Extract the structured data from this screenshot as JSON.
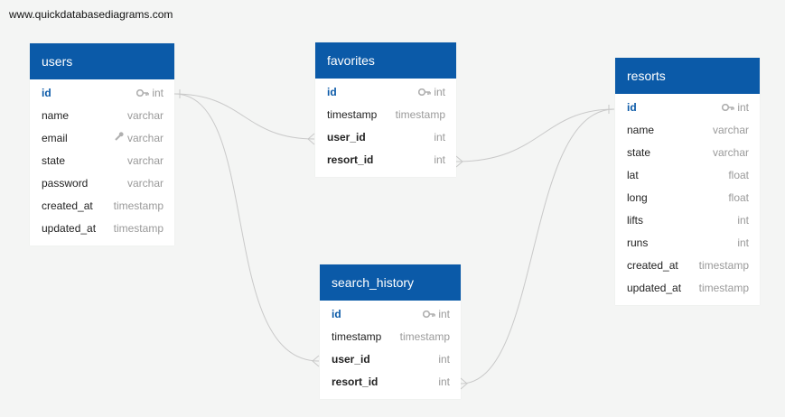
{
  "site": {
    "url": "www.quickdatabasediagrams.com"
  },
  "colors": {
    "header": "#0b5aa8",
    "line": "#c9c9c9"
  },
  "entities": {
    "users": {
      "title": "users",
      "fields": [
        {
          "name": "id",
          "type": "int",
          "key": "primary",
          "icon": "key-icon"
        },
        {
          "name": "name",
          "type": "varchar"
        },
        {
          "name": "email",
          "type": "varchar",
          "icon": "search-key-icon"
        },
        {
          "name": "state",
          "type": "varchar"
        },
        {
          "name": "password",
          "type": "varchar"
        },
        {
          "name": "created_at",
          "type": "timestamp"
        },
        {
          "name": "updated_at",
          "type": "timestamp"
        }
      ]
    },
    "favorites": {
      "title": "favorites",
      "fields": [
        {
          "name": "id",
          "type": "int",
          "key": "primary",
          "icon": "key-icon"
        },
        {
          "name": "timestamp",
          "type": "timestamp"
        },
        {
          "name": "user_id",
          "type": "int",
          "key": "foreign"
        },
        {
          "name": "resort_id",
          "type": "int",
          "key": "foreign"
        }
      ]
    },
    "search_history": {
      "title": "search_history",
      "fields": [
        {
          "name": "id",
          "type": "int",
          "key": "primary",
          "icon": "key-icon"
        },
        {
          "name": "timestamp",
          "type": "timestamp"
        },
        {
          "name": "user_id",
          "type": "int",
          "key": "foreign"
        },
        {
          "name": "resort_id",
          "type": "int",
          "key": "foreign"
        }
      ]
    },
    "resorts": {
      "title": "resorts",
      "fields": [
        {
          "name": "id",
          "type": "int",
          "key": "primary",
          "icon": "key-icon"
        },
        {
          "name": "name",
          "type": "varchar"
        },
        {
          "name": "state",
          "type": "varchar"
        },
        {
          "name": "lat",
          "type": "float"
        },
        {
          "name": "long",
          "type": "float"
        },
        {
          "name": "lifts",
          "type": "int"
        },
        {
          "name": "runs",
          "type": "int"
        },
        {
          "name": "created_at",
          "type": "timestamp"
        },
        {
          "name": "updated_at",
          "type": "timestamp"
        }
      ]
    }
  },
  "relationships": [
    {
      "from": "users.id",
      "to": "favorites.user_id"
    },
    {
      "from": "users.id",
      "to": "search_history.user_id"
    },
    {
      "from": "resorts.id",
      "to": "favorites.resort_id"
    },
    {
      "from": "resorts.id",
      "to": "search_history.resort_id"
    }
  ]
}
